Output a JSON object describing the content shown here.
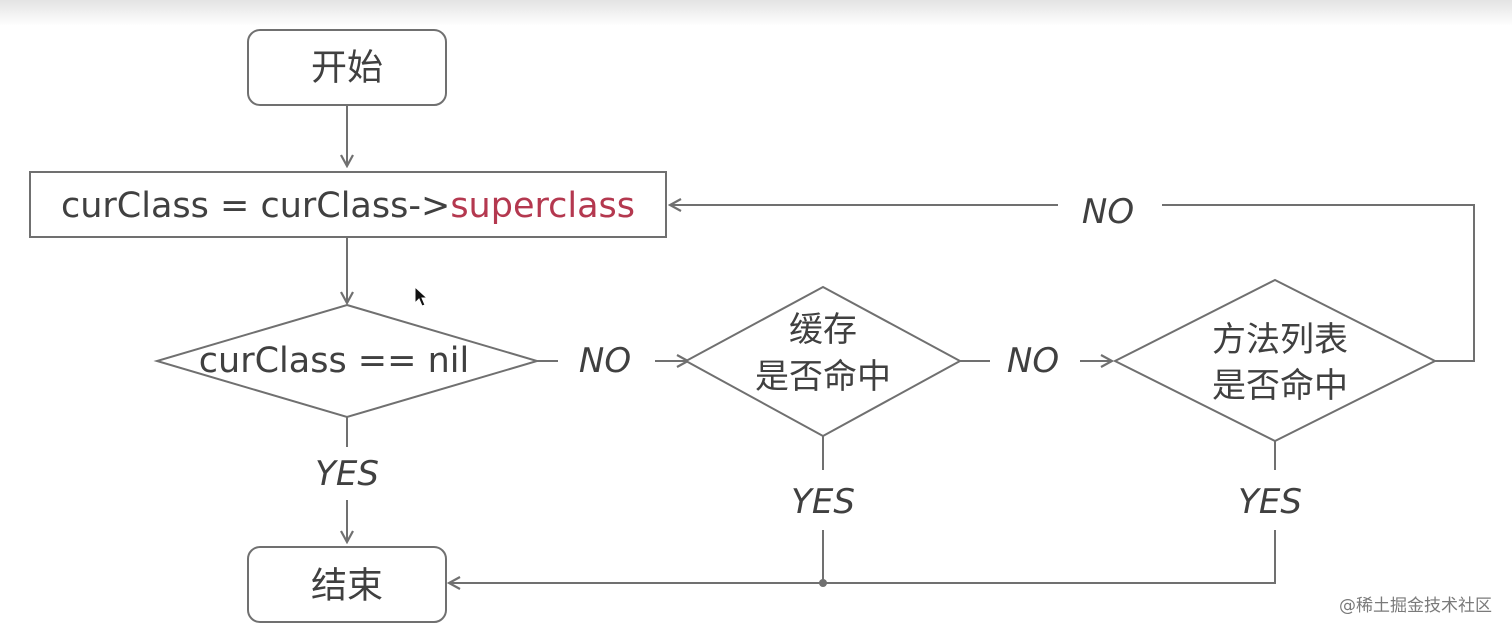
{
  "nodes": {
    "start": "开始",
    "end": "结束",
    "assign": {
      "prefix": "curClass = curClass->",
      "highlight": "superclass",
      "highlight_color": "#b4384f"
    },
    "check_nil": "curClass == nil",
    "cache_hit": {
      "line1": "缓存",
      "line2": "是否命中"
    },
    "method_list_hit": {
      "line1": "方法列表",
      "line2": "是否命中"
    }
  },
  "edges": {
    "nil_yes": "YES",
    "nil_no": "NO",
    "cache_yes": "YES",
    "cache_no": "NO",
    "method_yes": "YES",
    "method_no": "NO"
  },
  "watermark": "@稀土掘金技术社区",
  "colors": {
    "stroke": "#707070",
    "text": "#404040"
  }
}
